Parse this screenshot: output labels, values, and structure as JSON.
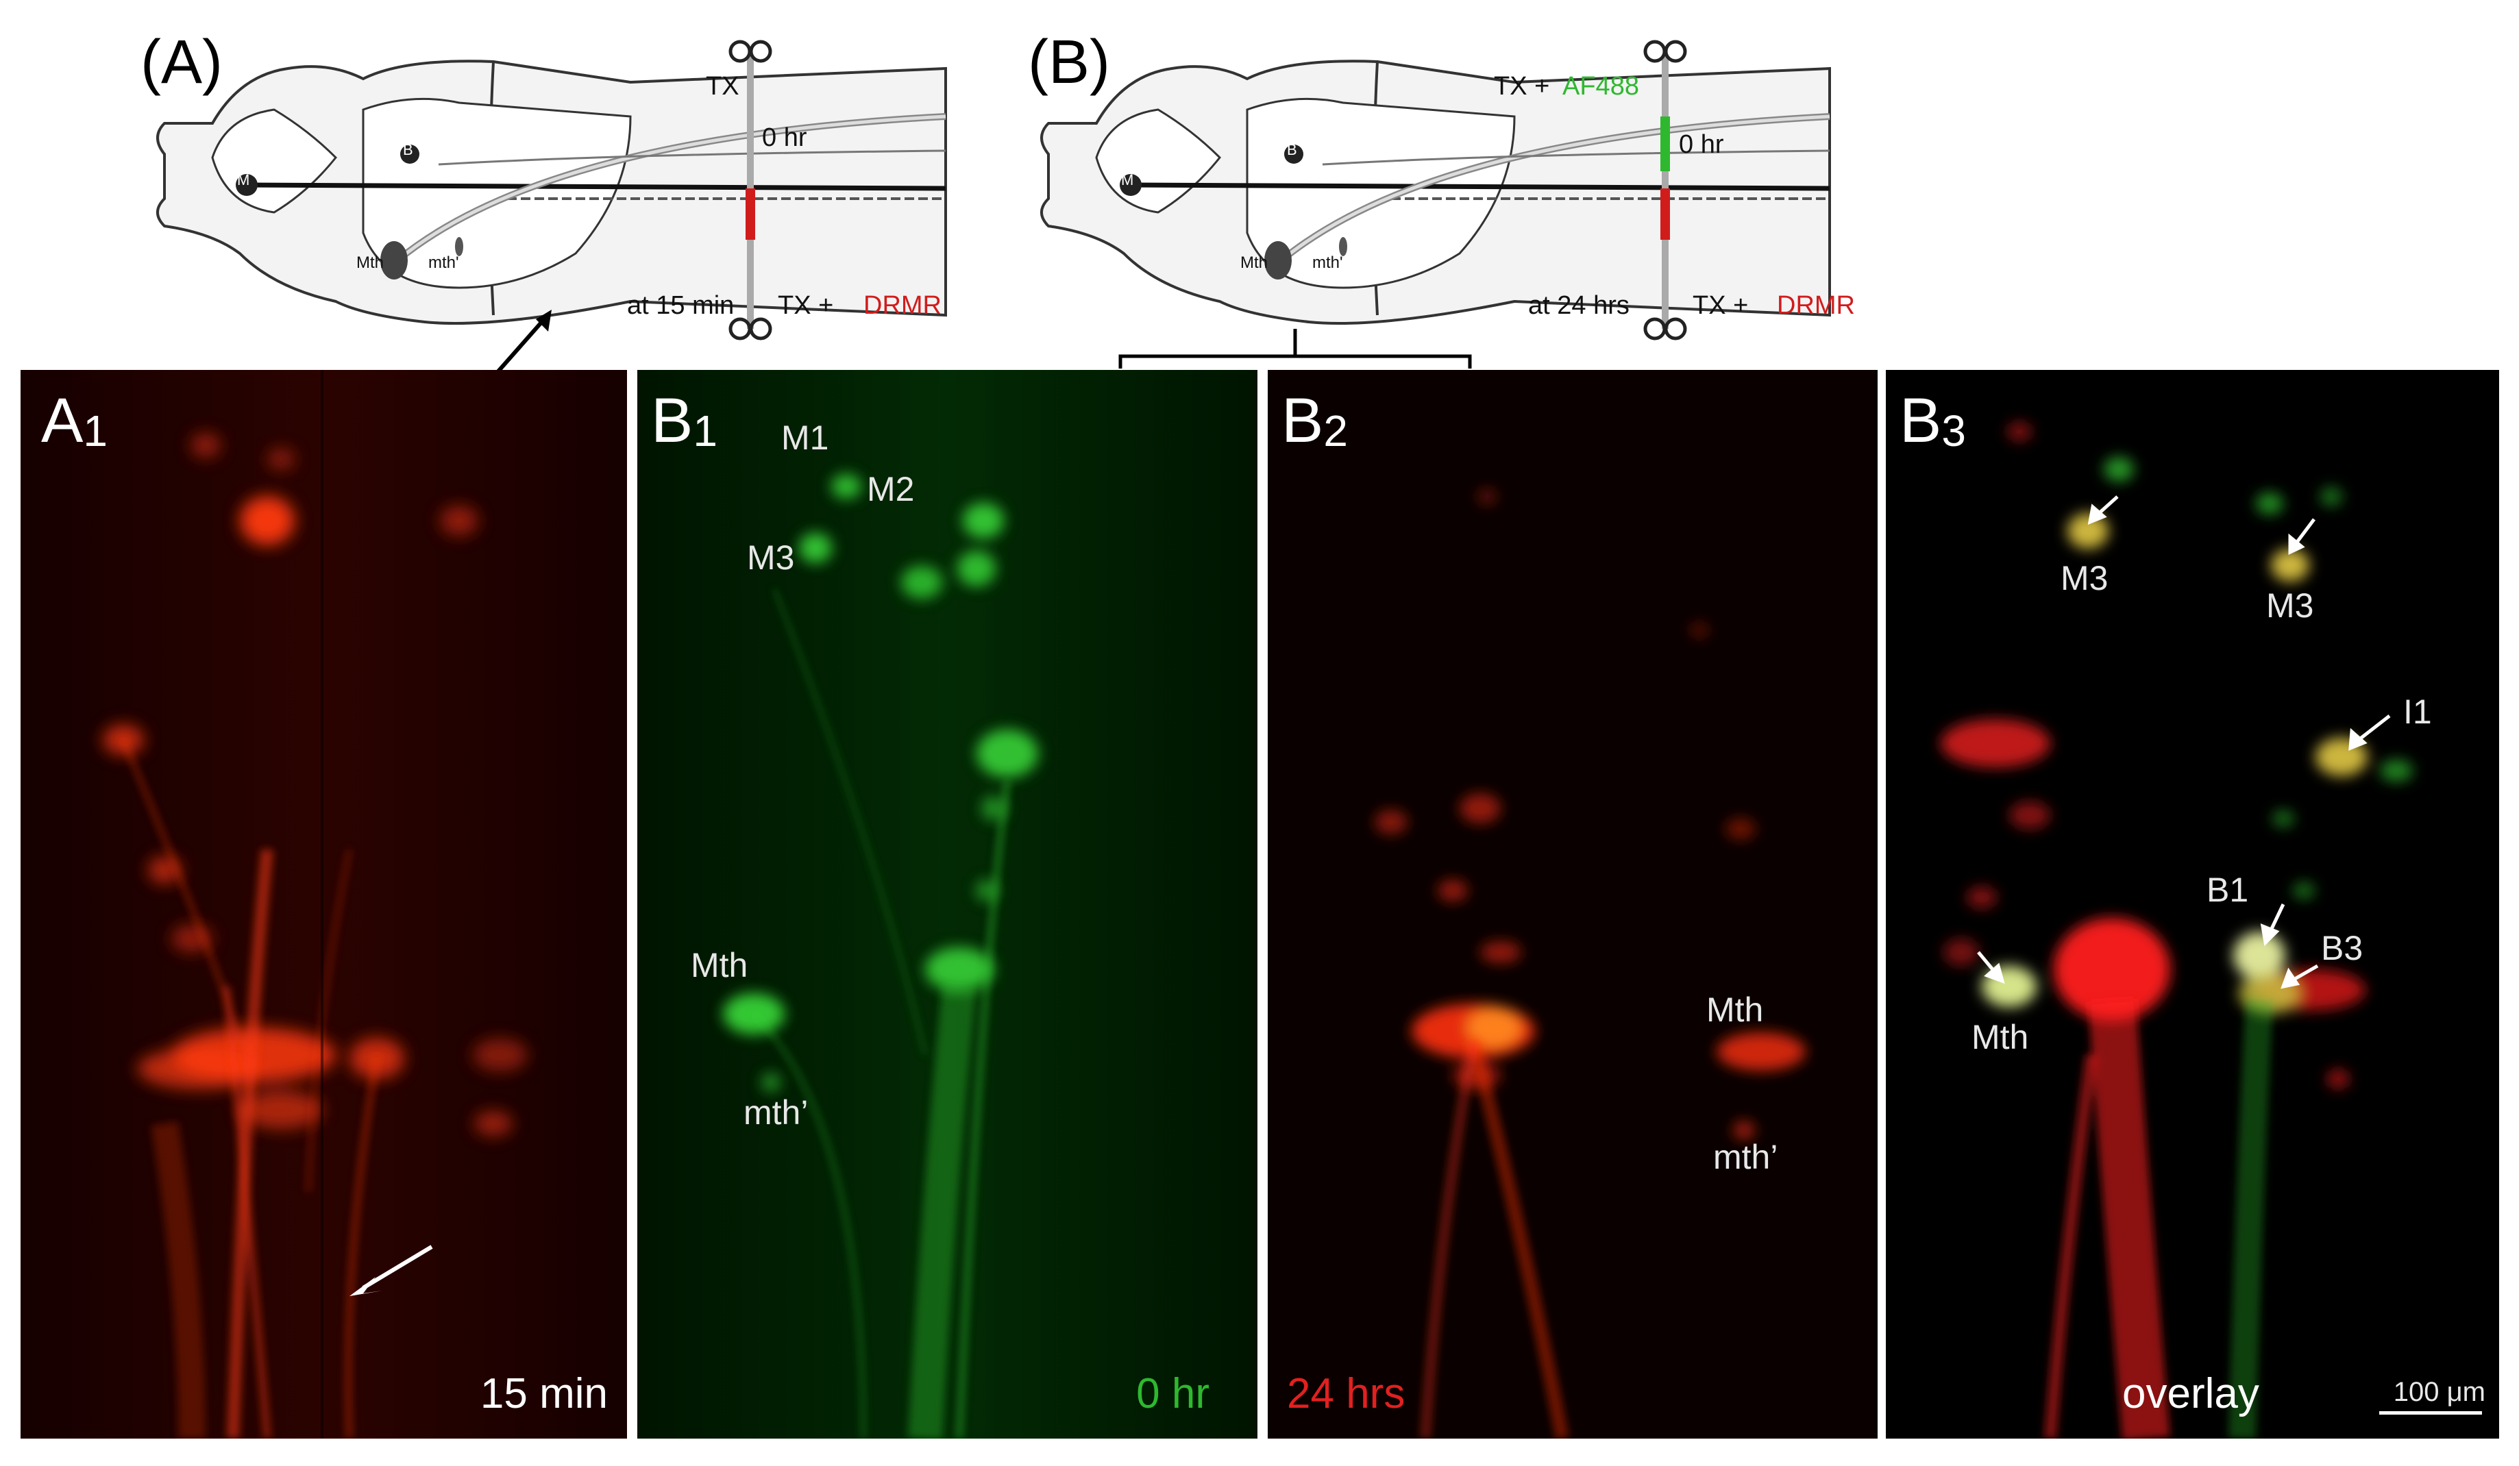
{
  "diagrams": {
    "a": {
      "label": "(A)",
      "top_text": "TX",
      "time_top": "0 hr",
      "bottom_prefix": "at 15 min",
      "bottom_tx": "TX + ",
      "bottom_dye": "DRMR",
      "cells": [
        "M",
        "B",
        "Mth",
        "mth'"
      ]
    },
    "b": {
      "label": "(B)",
      "top_tx": "TX + ",
      "top_dye": "AF488",
      "time_top": "0 hr",
      "bottom_prefix": "at 24 hrs",
      "bottom_tx": "TX + ",
      "bottom_dye": "DRMR",
      "cells": [
        "M",
        "B",
        "Mth",
        "mth'"
      ]
    }
  },
  "panels": {
    "a1": {
      "label_main": "A",
      "label_sub": "1",
      "time": "15 min"
    },
    "b1": {
      "label_main": "B",
      "label_sub": "1",
      "time": "0 hr",
      "cells": [
        "M1",
        "M2",
        "M3",
        "Mth",
        "mth’"
      ]
    },
    "b2": {
      "label_main": "B",
      "label_sub": "2",
      "time": "24 hrs",
      "cells": [
        "Mth",
        "mth’"
      ]
    },
    "b3": {
      "label_main": "B",
      "label_sub": "3",
      "time": "overlay",
      "cells": [
        "M3",
        "M3",
        "I1",
        "B1",
        "B3",
        "Mth"
      ],
      "scale_bar": "100 μm"
    }
  },
  "colors": {
    "red_dye": "#d11c1c",
    "green_dye": "#2fb82f",
    "panel_bg": "#000000"
  }
}
